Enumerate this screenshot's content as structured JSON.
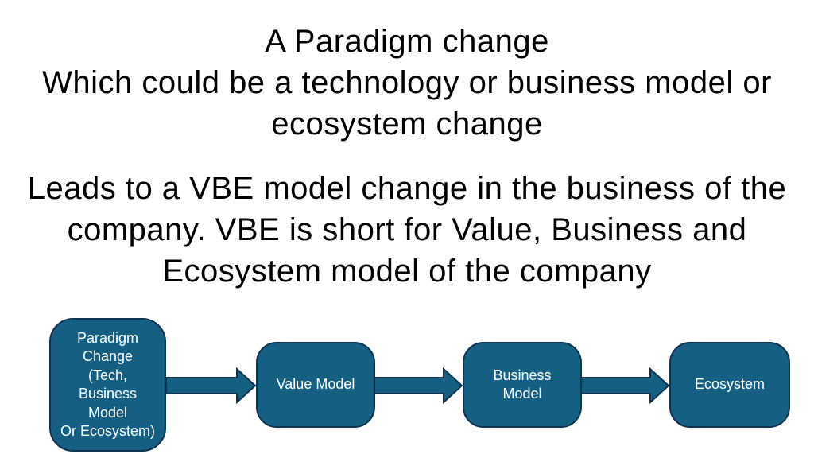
{
  "slide": {
    "title_lines": [
      "A Paradigm change",
      "Which could be a technology or business model or",
      "ecosystem change"
    ],
    "body_lines": [
      "Leads to a VBE model change in the business of the",
      "company. VBE is short for Value, Business and",
      "Ecosystem model of the company"
    ]
  },
  "diagram": {
    "nodes": [
      {
        "id": "paradigm-change",
        "label": "Paradigm\nChange\n(Tech,\nBusiness\nModel\nOr Ecosystem)"
      },
      {
        "id": "value-model",
        "label": "Value Model"
      },
      {
        "id": "business-model",
        "label": "Business\nModel"
      },
      {
        "id": "ecosystem",
        "label": "Ecosystem"
      }
    ],
    "edges": [
      {
        "from": "paradigm-change",
        "to": "value-model"
      },
      {
        "from": "value-model",
        "to": "business-model"
      },
      {
        "from": "business-model",
        "to": "ecosystem"
      }
    ]
  },
  "colors": {
    "background": "#FFFFFF",
    "text": "#000000",
    "node_fill": "#156082",
    "node_border": "#0E3450",
    "node_text": "#FFFFFF",
    "arrow_fill": "#156082",
    "arrow_border": "#0E3450"
  }
}
